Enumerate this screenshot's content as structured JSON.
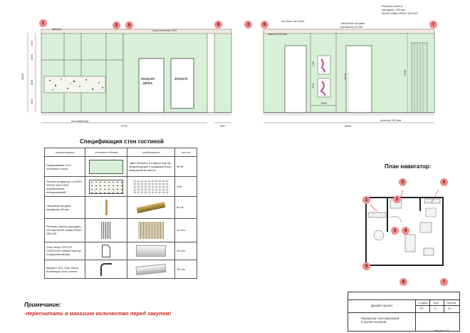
{
  "elevation1": {
    "labels": {
      "facade": "фартук",
      "ceiling_slope": "откос потолка ГКЛ",
      "floor_skirting": "пол.карнизур",
      "door": "входная\nдверь",
      "mirror": "зеркало",
      "width_dim": "6700",
      "height_dim": "3000",
      "h1": "1300",
      "h2": "800",
      "h3": "400",
      "h4": "100",
      "small_dim": "600"
    },
    "markers": [
      "1",
      "2",
      "5",
      "6",
      "3"
    ]
  },
  "elevation2": {
    "labels": {
      "posters": "постеры на стене",
      "cornice": "карниз 100 мм",
      "moulding": "Латунный молдинг\n(профиль) 50 мм",
      "panel": "Реечная панель\n(молдинг) 130 мм\n№109 Valley ORAC DECOR",
      "skirting": "плинтус 100 мм",
      "width_dim": "6500",
      "dims_v": [
        "730",
        "570",
        "1000",
        "2100",
        "2700"
      ],
      "dim_1000": "1000"
    },
    "markers": [
      "6",
      "7"
    ]
  },
  "spec": {
    "title": "Спецификация стен гостиной",
    "headers": [
      "наименование",
      "условные обозна",
      "изображение",
      "кол-во"
    ],
    "rows": [
      {
        "name": "Окрашивание стен основные стены",
        "image_note": "*цвет выбрать по факту под 3д визуализацию с предварительн. выкраской на месте",
        "qty": "60 м²"
      },
      {
        "name": "Плитка на фартук LUXURY WHITE 600*1200 керамогранит полированный",
        "image_note": "",
        "qty": "3 м²"
      },
      {
        "name": "Латунный молдинг (профиль) 50 мм",
        "image_note": "",
        "qty": "8 п.м."
      },
      {
        "name": "Реечная панель (молдинг) 130 мм №109 Valley ORAC DECOR",
        "image_note": "",
        "qty": "12 п.м."
      },
      {
        "name": "Orac Decor SX172F CONTOUR гибкий плинтус из дюрополимера",
        "image_note": "",
        "qty": "20 п.м."
      },
      {
        "name": "Карниз C321 Orac Decor Коллекция Orac Luxxus",
        "image_note": "",
        "qty": "26 п.м."
      }
    ]
  },
  "plan": {
    "title": "План навигатор:",
    "markers": [
      "1",
      "2",
      "3",
      "4",
      "5",
      "6",
      "7",
      "8",
      "9"
    ]
  },
  "note": {
    "title": "Примечание:",
    "text": "-пересчитать в магазине количество перед закупом!"
  },
  "stamp": {
    "project": "Дизайн проект",
    "headers": [
      "Стадия",
      "Лист",
      "Листов"
    ],
    "values": [
      "РП",
      "17",
      "20"
    ],
    "sheet_title": "Развертка стен прихожей\nи кухни-гостиной",
    "format": "Формат А3"
  }
}
